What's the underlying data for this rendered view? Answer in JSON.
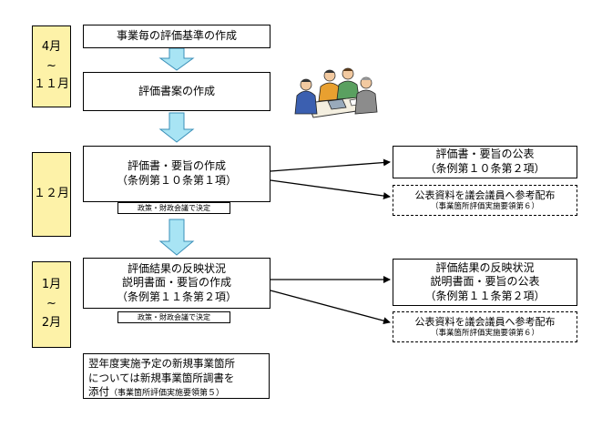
{
  "months": {
    "block1": {
      "top": "4月",
      "tilde": "~",
      "bottom": "１１月"
    },
    "block2": {
      "label": "１２月"
    },
    "block3": {
      "top": "1月",
      "tilde": "~",
      "bottom": "2月"
    }
  },
  "steps": {
    "step1": "事業毎の評価基準の作成",
    "step2": "評価書案の作成",
    "step3": {
      "line1": "評価書・要旨の作成",
      "line2": "（条例第１０条第１項）"
    },
    "step4": {
      "line1": "評価結果の反映状況",
      "line2": "説明書面・要旨の作成",
      "line3": "（条例第１１条第２項）"
    }
  },
  "notes": {
    "council1": "政策・財政会議で決定",
    "council2": "政策・財政会議で決定"
  },
  "right": {
    "publish1": {
      "line1": "評価書・要旨の公表",
      "line2": "（条例第１０条第２項）"
    },
    "distribute1": {
      "line1": "公表資料を議会議員へ参考配布",
      "line2": "（事業箇所評価実施要領第６）"
    },
    "publish2": {
      "line1": "評価結果の反映状況",
      "line2": "説明書面・要旨の公表",
      "line3": "（条例第１１条第２項）"
    },
    "distribute2": {
      "line1": "公表資料を議会議員へ参考配布",
      "line2": "（事業箇所評価実施要領第６）"
    }
  },
  "bottom_note": {
    "line1": "翌年度実施予定の新規事業箇所",
    "line2": "については新規事業箇所調書を",
    "line3_main": "添付",
    "line3_small": "（事業箇所評価実施要領第５）"
  },
  "colors": {
    "month_fill": "#fdf2a8",
    "arrow_fill": "#a8e4f4",
    "arrow_stroke": "#3a8fb8"
  },
  "icons": {
    "illustration": "people-meeting-illustration"
  }
}
